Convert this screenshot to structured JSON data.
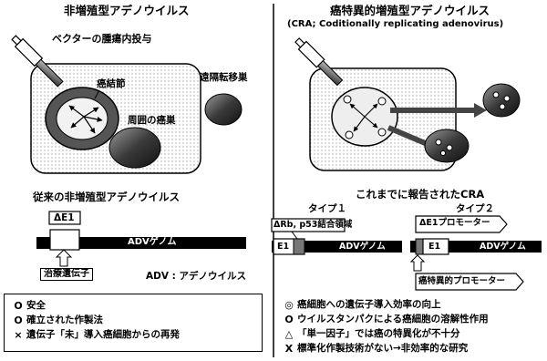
{
  "left": {
    "title": "非増殖型アデノウイルス",
    "vector_label": "ベクターの腫瘍内投与",
    "tumor_label": "癌結節",
    "metastasis_label": "遠隔転移巣",
    "nearby_label": "周囲の癌巣",
    "conventional_title": "従来の非増殖型アデノウイルス",
    "delta_e1": "ΔE1",
    "genome_label": "ADVゲノム",
    "therapeutic_gene": "治療遺伝子",
    "adv_note": "ADV : アデノウイルス",
    "points": [
      {
        "symbol": "O",
        "text": "安全"
      },
      {
        "symbol": "O",
        "text": "確立された作製法"
      },
      {
        "symbol": "×",
        "text": "遺伝子「未」導入癌細胞からの再発"
      }
    ]
  },
  "right": {
    "title": "癌特異的増殖型アデノウイルス",
    "subtitle": "(CRA; Coditionally replicating adenovirus)",
    "reported_title": "これまでに報告されたCRA",
    "type1": {
      "label": "タイプ１",
      "deletion": "ΔRb, p53結合領域",
      "e1": "E1",
      "genome": "ADVゲノム"
    },
    "type2": {
      "label": "タイプ２",
      "promoter": "ΔE1プロモーター",
      "e1": "E1",
      "genome": "ADVゲノム",
      "specific_promoter": "癌特異的プロモーター"
    },
    "points": [
      {
        "symbol": "◎",
        "text": "癌細胞への遺伝子導入効率の向上"
      },
      {
        "symbol": "O",
        "text": "ウイルスタンパクによる癌細胞の溶解性作用"
      },
      {
        "symbol": "△",
        "text": "「単一因子」では癌の特異化が不十分"
      },
      {
        "symbol": "X",
        "text": "標準化作製技術がない→非効率的な研究"
      }
    ]
  }
}
